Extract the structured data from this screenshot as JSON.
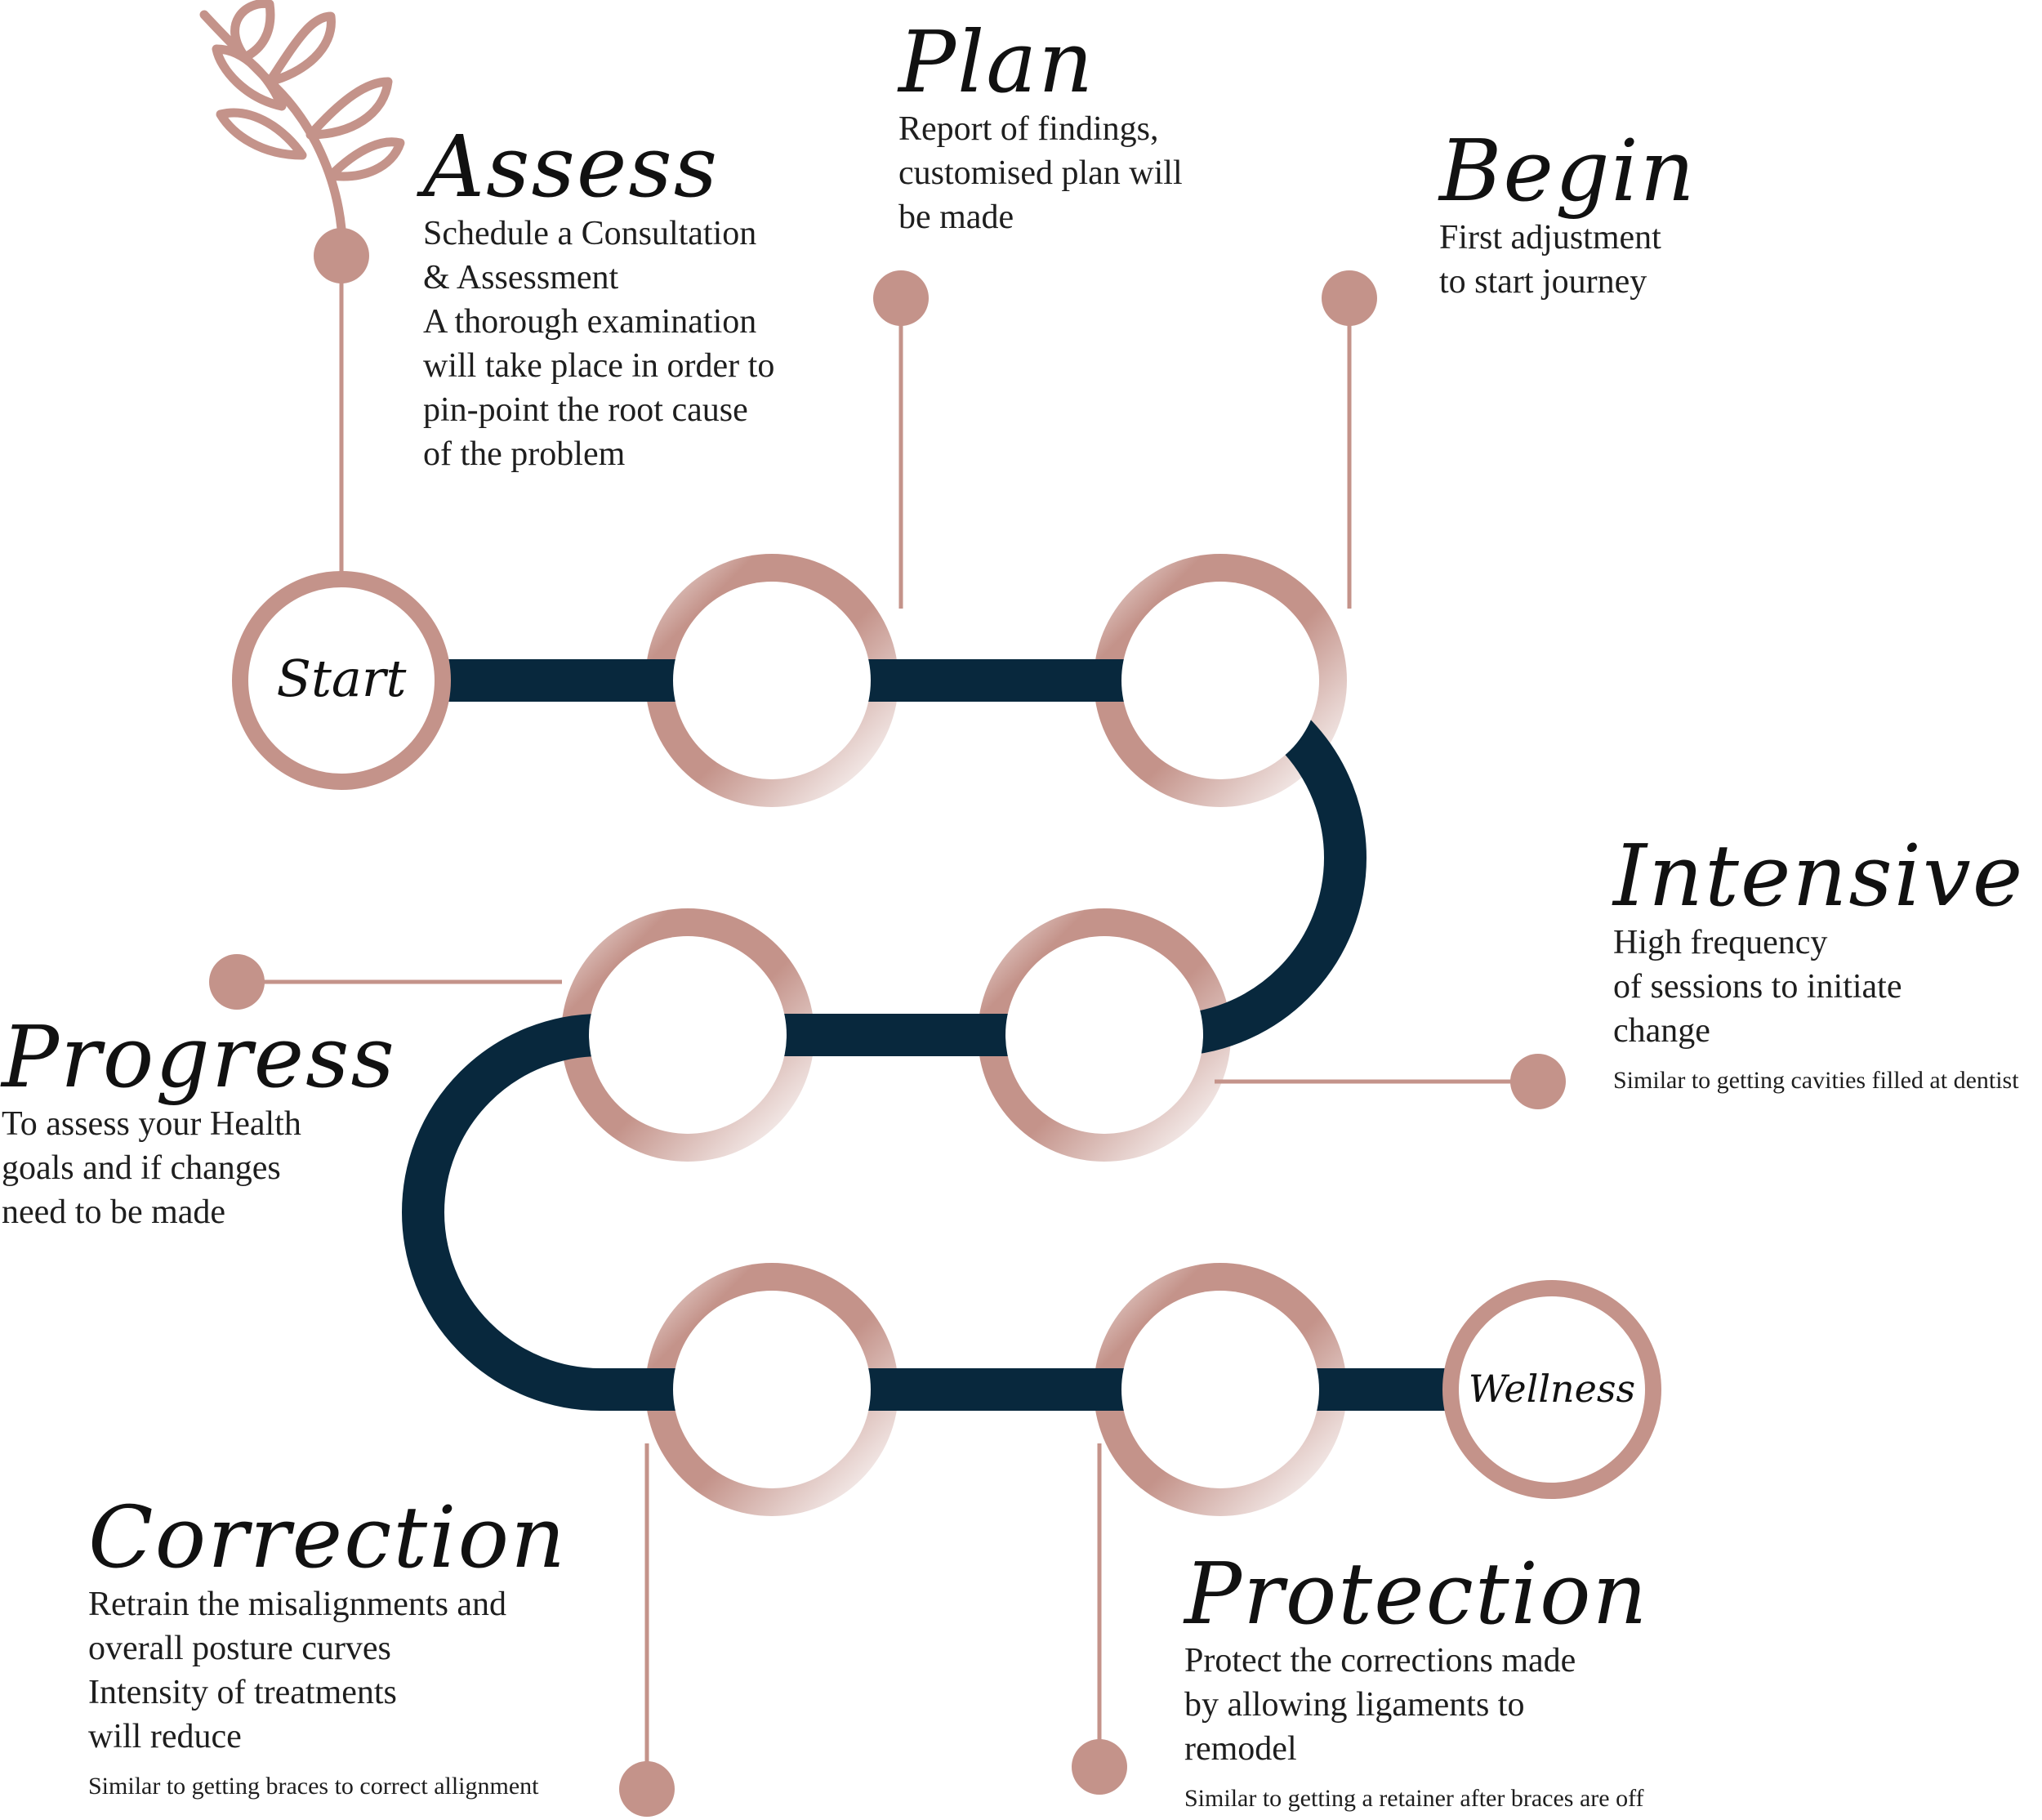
{
  "colors": {
    "path": "#08283d",
    "rose": "#c4938a",
    "text": "#1e1e1e",
    "background": "#ffffff"
  },
  "decoration": {
    "icon": "leaf-sprig-icon"
  },
  "endpoints": {
    "start": {
      "label": "Start"
    },
    "end": {
      "label": "Wellness"
    }
  },
  "steps": [
    {
      "id": "assess",
      "title": "Assess",
      "lines": [
        "Schedule a Consultation",
        "& Assessment",
        "A thorough examination",
        "will take place in order to",
        "pin-point the root cause",
        "of the problem"
      ],
      "note": ""
    },
    {
      "id": "plan",
      "title": "Plan",
      "lines": [
        "Report of findings,",
        "customised plan will",
        "be made"
      ],
      "note": ""
    },
    {
      "id": "begin",
      "title": "Begin",
      "lines": [
        "First adjustment",
        "to start journey"
      ],
      "note": ""
    },
    {
      "id": "intensive",
      "title": "Intensive",
      "lines": [
        "High frequency",
        "of sessions to initiate",
        "change"
      ],
      "note": "Similar to getting cavities filled at dentist"
    },
    {
      "id": "progress",
      "title": "Progress",
      "lines": [
        "To assess your Health",
        "goals and if changes",
        "need to be made"
      ],
      "note": ""
    },
    {
      "id": "correction",
      "title": "Correction",
      "lines": [
        "Retrain the misalignments and",
        "overall posture curves",
        "Intensity of treatments",
        "will reduce"
      ],
      "note": "Similar to getting braces to correct allignment"
    },
    {
      "id": "protection",
      "title": "Protection",
      "lines": [
        "Protect the corrections made",
        "by allowing ligaments to",
        "remodel"
      ],
      "note": "Similar to getting a retainer after braces are off"
    }
  ]
}
